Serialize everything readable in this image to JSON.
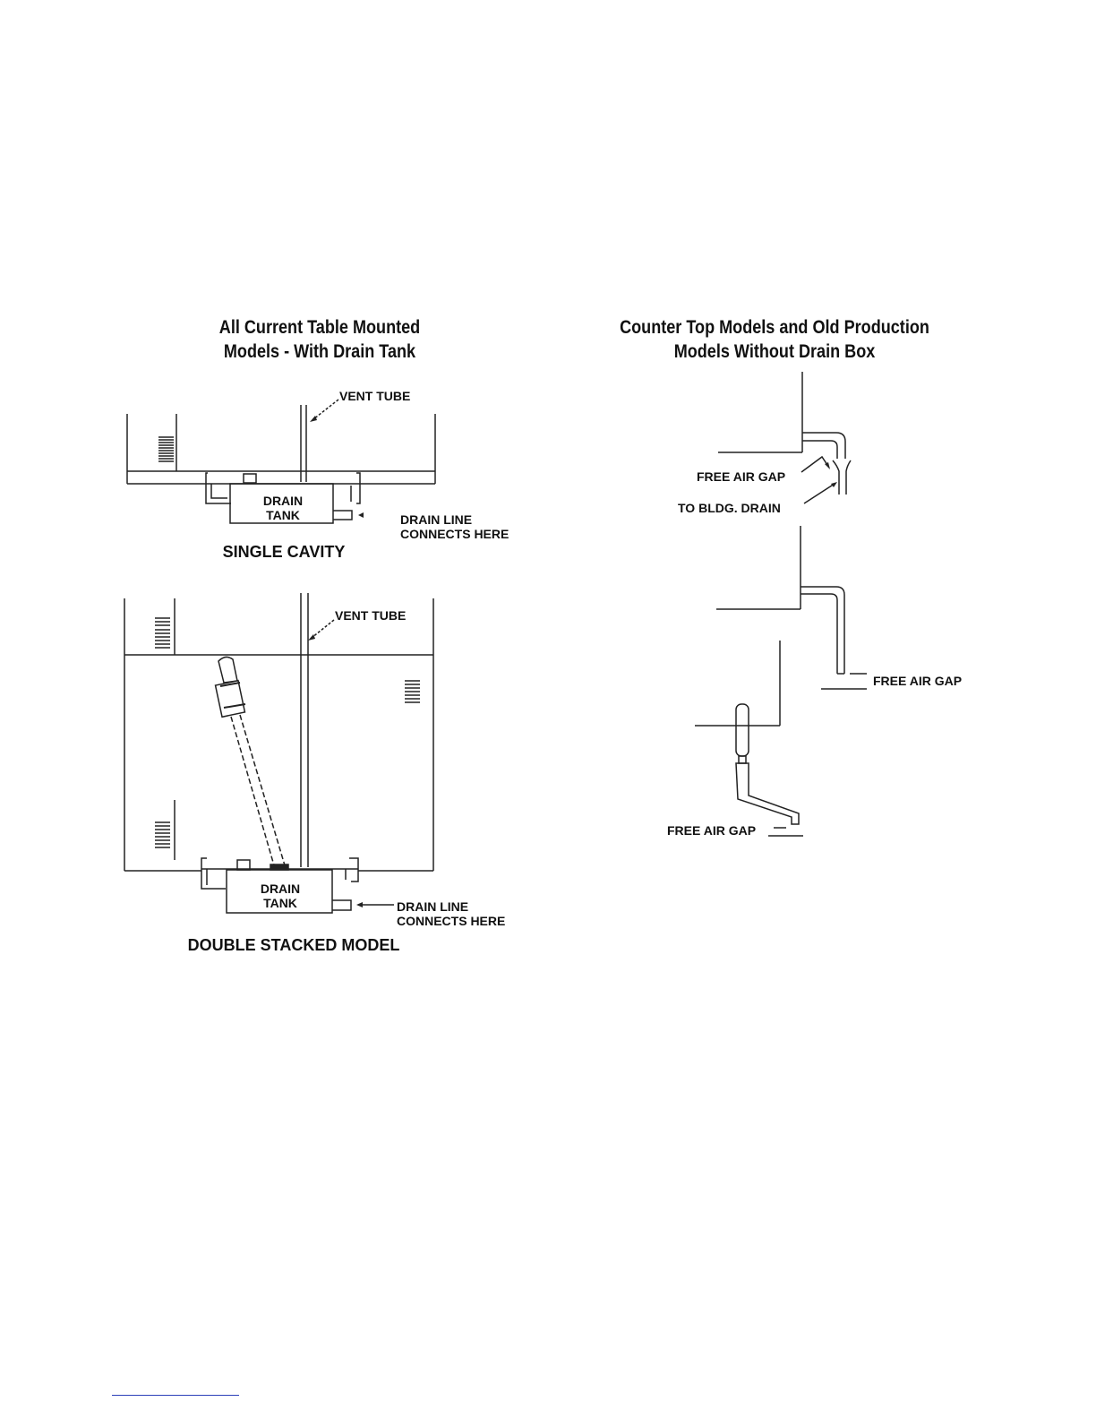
{
  "left_panel": {
    "title_line1": "All Current Table Mounted",
    "title_line2": "Models - With Drain Tank",
    "single_cavity": {
      "vent_tube_label": "VENT TUBE",
      "tank_label_line1": "DRAIN",
      "tank_label_line2": "TANK",
      "drain_line_line1": "DRAIN LINE",
      "drain_line_line2": "CONNECTS HERE",
      "caption": "SINGLE CAVITY"
    },
    "double_stacked": {
      "vent_tube_label": "VENT TUBE",
      "tank_label_line1": "DRAIN",
      "tank_label_line2": "TANK",
      "drain_line_line1": "DRAIN LINE",
      "drain_line_line2": "CONNECTS HERE",
      "caption": "DOUBLE STACKED MODEL"
    }
  },
  "right_panel": {
    "title_line1": "Counter Top Models and Old Production",
    "title_line2": "Models Without Drain Box",
    "fig1": {
      "free_air_gap_label": "FREE AIR GAP",
      "bldg_drain_label": "TO BLDG.  DRAIN"
    },
    "fig2": {
      "free_air_gap_label": "FREE AIR GAP"
    },
    "fig3": {
      "free_air_gap_label": "FREE AIR GAP"
    }
  }
}
